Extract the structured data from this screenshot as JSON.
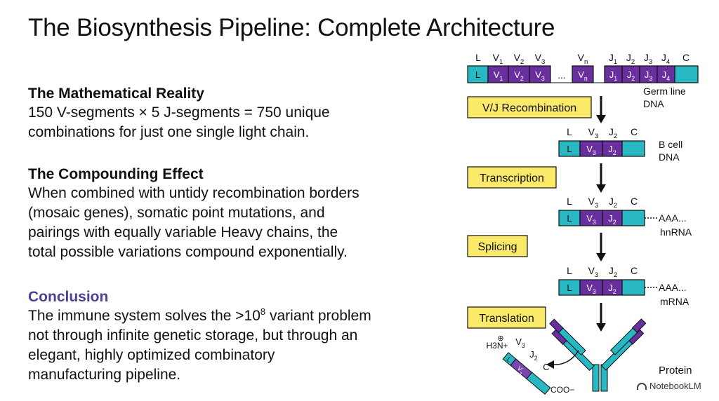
{
  "title": "The Biosynthesis Pipeline: Complete Architecture",
  "sections": {
    "math": {
      "heading": "The Mathematical Reality",
      "lines": [
        "150 V-segments × 5 J-segments = 750 unique",
        "combinations for just one single light chain."
      ]
    },
    "compound": {
      "heading": "The Compounding Effect",
      "lines": [
        "When combined with untidy recombination borders",
        "(mosaic genes), somatic point mutations, and",
        "pairings with equally variable Heavy chains, the",
        "total possible variations compound exponentially."
      ]
    },
    "conclusion": {
      "heading": "Conclusion",
      "line1_prefix": "The immune system solves the >10",
      "line1_sup": "8",
      "line1_suffix": " variant problem",
      "lines": [
        "not through infinite genetic storage, but through an",
        "elegant, highly optimized combinatory",
        "manufacturing pipeline."
      ]
    }
  },
  "diagram": {
    "colors": {
      "teal": "#27b8c4",
      "purple": "#6a2f9e",
      "purple_light": "#7b46b1",
      "yellow": "#fbe96a",
      "outline": "#111111"
    },
    "germline": {
      "labels_top": [
        "L",
        "V1",
        "V2",
        "V3",
        "Vn",
        "J1",
        "J2",
        "J3",
        "J4",
        "C"
      ],
      "segments": [
        "L",
        "V1",
        "V2",
        "V3",
        "Vn",
        "J1",
        "J2",
        "J3",
        "J4"
      ],
      "ellipsis": "...",
      "caption": [
        "Germ line",
        "DNA"
      ]
    },
    "steps": [
      {
        "label": "V/J Recombination"
      },
      {
        "label": "Transcription"
      },
      {
        "label": "Splicing"
      },
      {
        "label": "Translation"
      }
    ],
    "rows": [
      {
        "caption": [
          "B cell",
          "DNA"
        ],
        "tail": ""
      },
      {
        "caption": [
          "hnRNA"
        ],
        "tail": "AAA..."
      },
      {
        "caption": [
          "mRNA"
        ],
        "tail": "AAA..."
      }
    ],
    "row_labels": [
      "L",
      "V3",
      "J2",
      "C"
    ],
    "row_segments": [
      "L",
      "V3",
      "J2"
    ],
    "protein": {
      "n_term": "H3N+",
      "c_term": "COO−",
      "labels": [
        "V3",
        "J2",
        "C"
      ],
      "segments": [
        "L",
        "V3"
      ],
      "caption": "Protein"
    }
  },
  "brand": "NotebookLM"
}
